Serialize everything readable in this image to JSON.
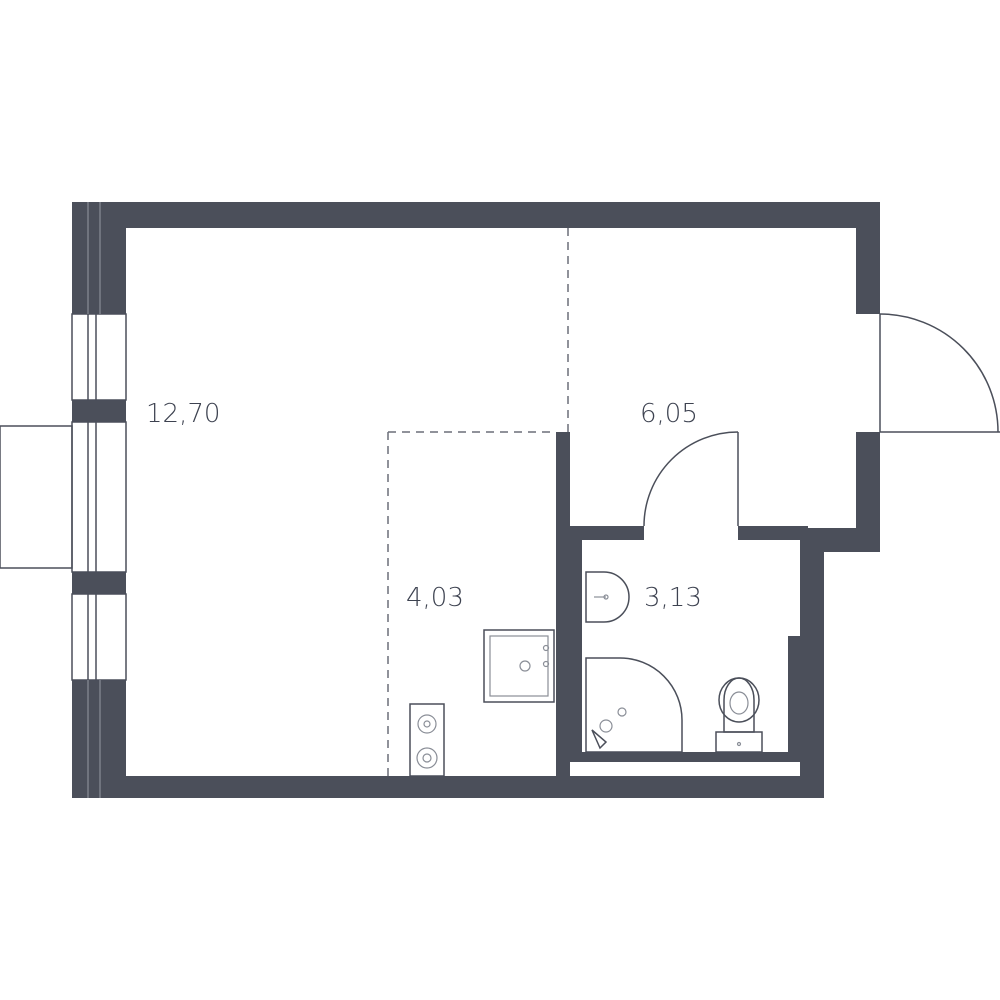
{
  "rooms": {
    "living": {
      "area": "12,70"
    },
    "hall": {
      "area": "6,05"
    },
    "kitchen": {
      "area": "4,03"
    },
    "bathroom": {
      "area": "3,13"
    }
  },
  "colors": {
    "wall": "#4b4f5a",
    "label": "#3d4250",
    "background": "#ffffff"
  },
  "icons": {
    "sink": "sink-icon",
    "toilet": "toilet-icon",
    "shower": "shower-icon",
    "stove": "stove-icon",
    "kitchen_sink": "kitchen-sink-icon"
  }
}
